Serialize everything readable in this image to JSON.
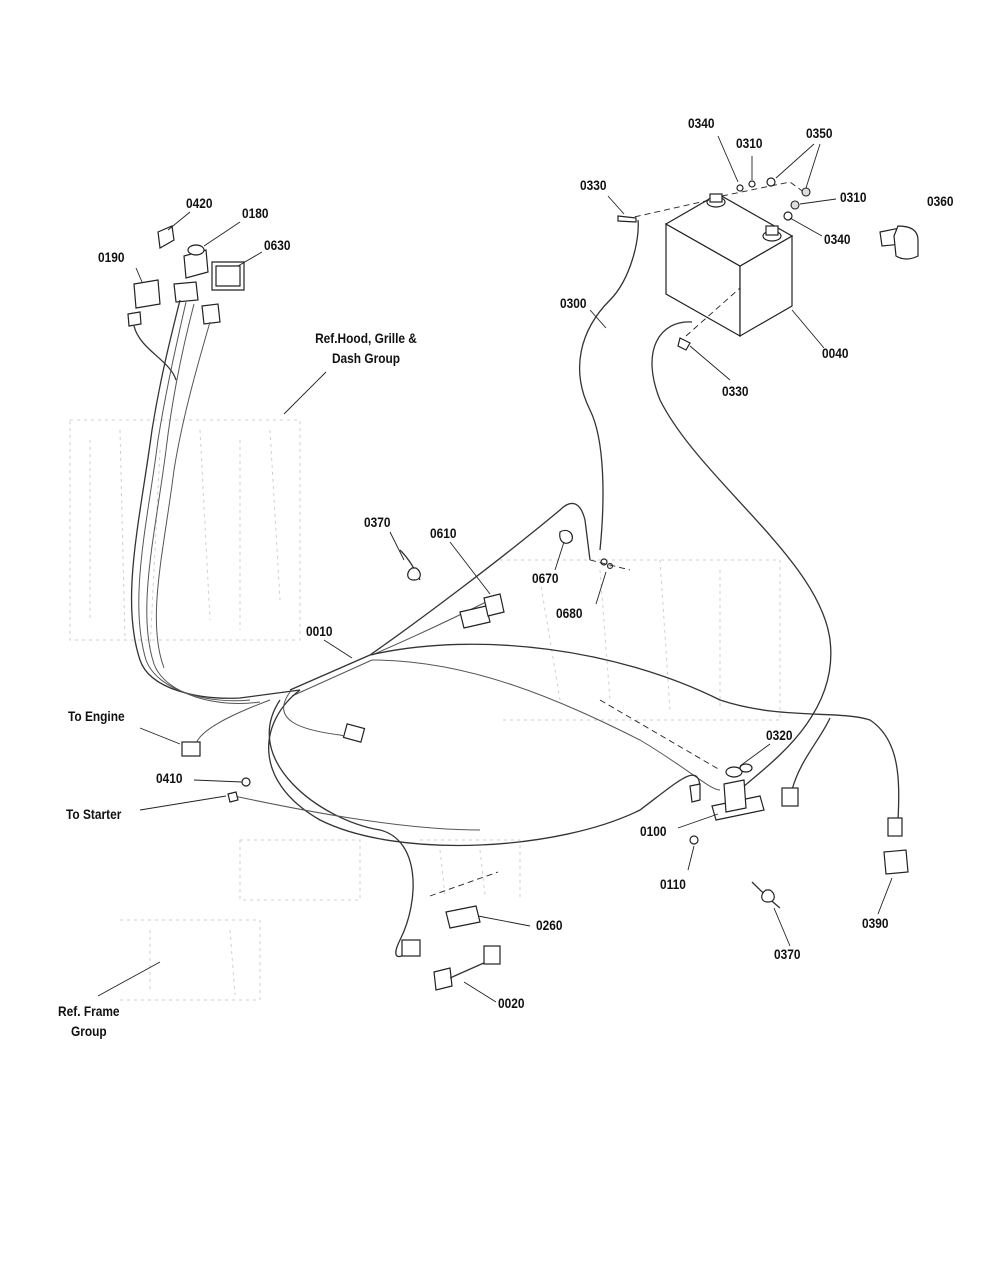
{
  "callouts": {
    "p0340a": "0340",
    "p0310a": "0310",
    "p0350": "0350",
    "p0330a": "0330",
    "p0310b": "0310",
    "p0360": "0360",
    "p0340b": "0340",
    "p0300": "0300",
    "p0040": "0040",
    "p0330b": "0330",
    "p0420": "0420",
    "p0180": "0180",
    "p0630": "0630",
    "p0190": "0190",
    "p0370a": "0370",
    "p0610": "0610",
    "p0670": "0670",
    "p0680": "0680",
    "p0010": "0010",
    "p0320": "0320",
    "p0410": "0410",
    "p0100": "0100",
    "p0110": "0110",
    "p0260": "0260",
    "p0370b": "0370",
    "p0390": "0390",
    "p0020": "0020"
  },
  "references": {
    "hood_line1": "Ref.Hood, Grille &",
    "hood_line2": "Dash Group",
    "to_engine": "To Engine",
    "to_starter": "To Starter",
    "frame_line1": "Ref. Frame",
    "frame_line2": "Group"
  }
}
